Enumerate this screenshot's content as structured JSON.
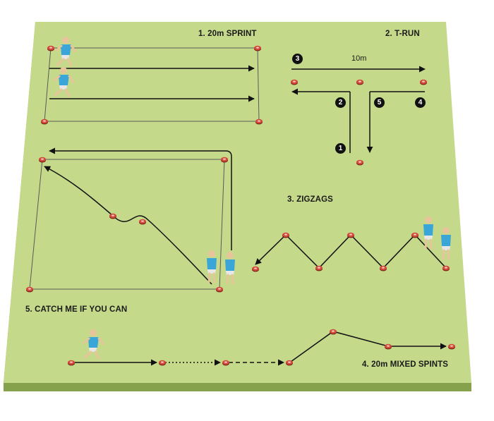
{
  "titles": {
    "sprint": "1. 20m SPRINT",
    "trun": "2. T-RUN",
    "zigzags": "3. ZIGZAGS",
    "mixed": "4. 20m MIXED SPINTS",
    "catch": "5. CATCH ME IF YOU CAN"
  },
  "trun": {
    "distance_label": "10m",
    "markers": [
      "1",
      "2",
      "3",
      "4",
      "5"
    ]
  },
  "colors": {
    "field": "#c5d98a",
    "field_edge_left": "#9db760",
    "field_edge_bottom": "#86a14c",
    "line": "#111111",
    "cone": "#c0392b",
    "player_shirt": "#3aa6d8"
  }
}
